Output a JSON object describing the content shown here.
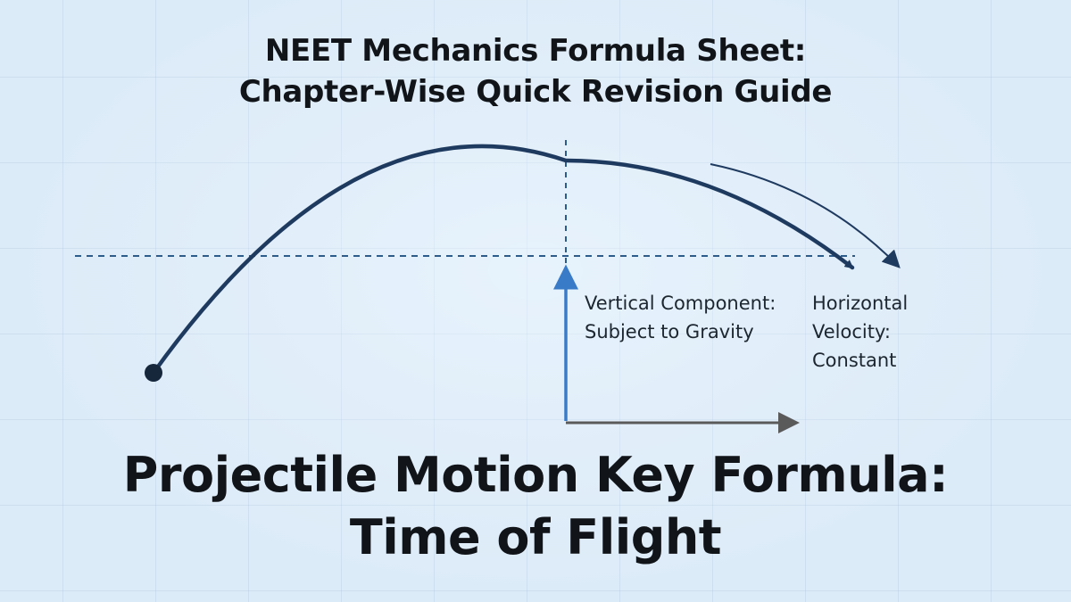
{
  "header": {
    "title_line1": "NEET Mechanics Formula Sheet:",
    "title_line2": "Chapter-Wise Quick Revision Guide"
  },
  "diagram": {
    "vertical_component_label": [
      "Vertical Component:",
      "Subject to Gravity"
    ],
    "horizontal_velocity_label": [
      "Horizontal",
      "Velocity:",
      "Constant"
    ],
    "colors": {
      "trajectory": "#1f3a5f",
      "vertical_arrow": "#3a7bc8",
      "horizontal_arrow": "#5a5a5a",
      "guide_lines": "#2d5b8a"
    }
  },
  "footer": {
    "title_line1": "Projectile Motion Key Formula:",
    "title_line2": "Time of Flight"
  }
}
